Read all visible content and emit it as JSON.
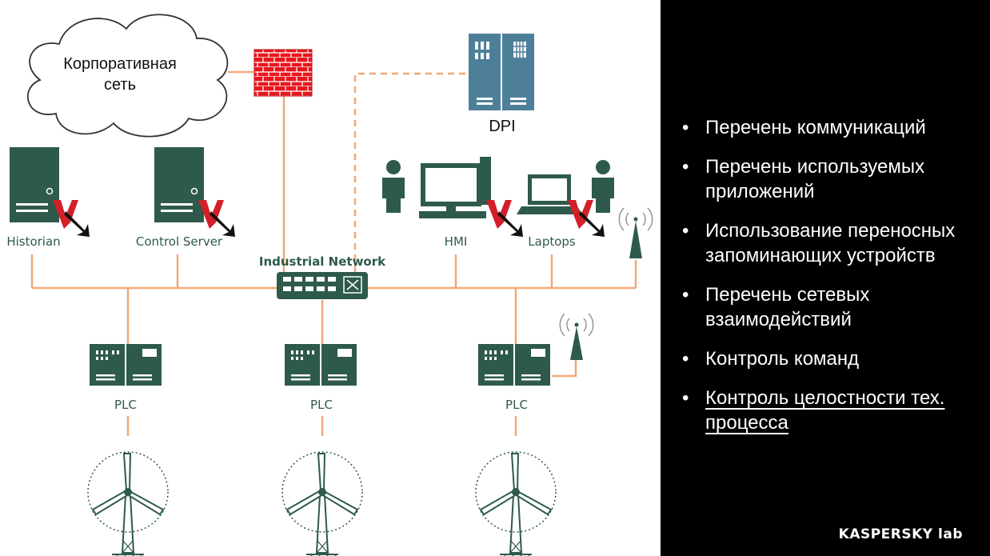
{
  "diagram": {
    "cloud_label_line1": "Корпоративная",
    "cloud_label_line2": "сеть",
    "dpi_label": "DPI",
    "historian_label": "Historian",
    "control_server_label": "Control Server",
    "hmi_label": "HMI",
    "laptops_label": "Laptops",
    "network_label": "Industrial Network",
    "plc_labels": [
      "PLC",
      "PLC",
      "PLC"
    ]
  },
  "panel": {
    "bullets": [
      "Перечень коммуникаций",
      "Перечень используемых приложений",
      "Использование переносных запоминающих устройств",
      "Перечень сетевых взаимодействий",
      "Контроль команд",
      "Контроль целостности тех. процесса"
    ],
    "logo": "KASPERSKY lab"
  },
  "colors": {
    "network_line": "#f0a878",
    "device_green": "#2e5a4c",
    "dpi_blue": "#4e7f99",
    "firewall_red": "#e8161e",
    "kaspersky_red": "#d21f28",
    "panel_bg": "#000000"
  }
}
